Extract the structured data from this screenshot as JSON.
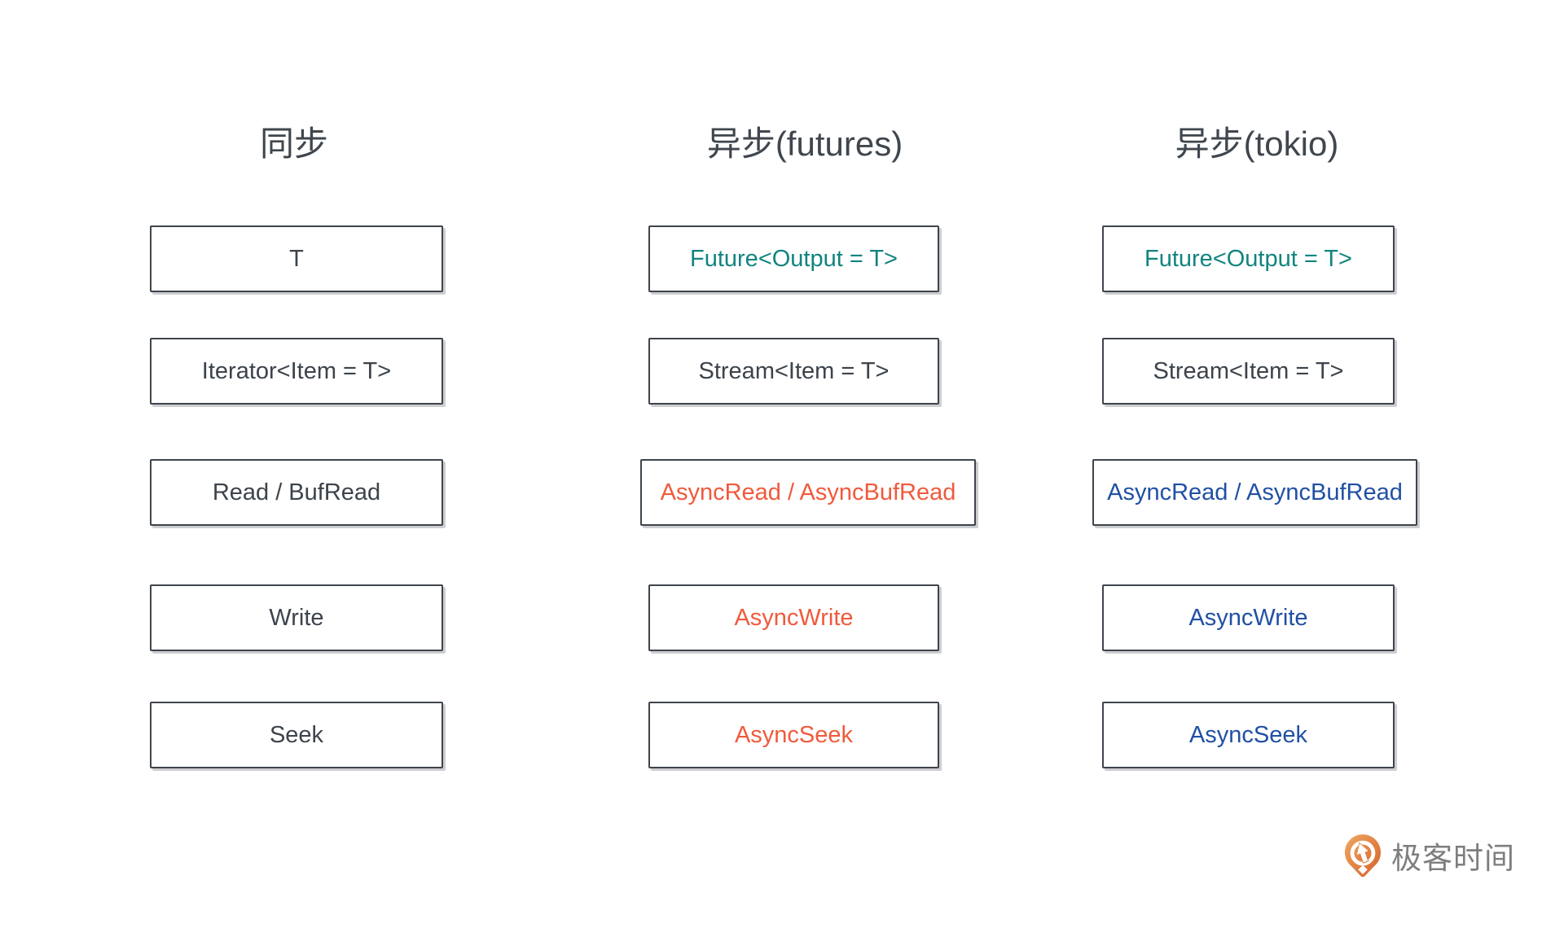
{
  "columns": [
    {
      "header": "同步",
      "boxes": [
        {
          "label": "T",
          "color": "dark"
        },
        {
          "label": "Iterator<Item = T>",
          "color": "dark"
        },
        {
          "label": "Read / BufRead",
          "color": "dark"
        },
        {
          "label": "Write",
          "color": "dark"
        },
        {
          "label": "Seek",
          "color": "dark"
        }
      ]
    },
    {
      "header": "异步(futures)",
      "boxes": [
        {
          "label": "Future<Output = T>",
          "color": "teal"
        },
        {
          "label": "Stream<Item = T>",
          "color": "dark"
        },
        {
          "label": "AsyncRead / AsyncBufRead",
          "color": "orange"
        },
        {
          "label": "AsyncWrite",
          "color": "orange"
        },
        {
          "label": "AsyncSeek",
          "color": "orange"
        }
      ]
    },
    {
      "header": "异步(tokio)",
      "boxes": [
        {
          "label": "Future<Output = T>",
          "color": "teal"
        },
        {
          "label": "Stream<Item = T>",
          "color": "dark"
        },
        {
          "label": "AsyncRead / AsyncBufRead",
          "color": "blue"
        },
        {
          "label": "AsyncWrite",
          "color": "blue"
        },
        {
          "label": "AsyncSeek",
          "color": "blue"
        }
      ]
    }
  ],
  "colors": {
    "dark": "#3c434b",
    "teal": "#12847f",
    "orange": "#f05a3c",
    "blue": "#2050a4",
    "box_border": "#3e444c",
    "header_text": "#3f464e",
    "logo_orange": "#e07a3c",
    "logo_text_gray": "#7e7e7e"
  },
  "logo": {
    "text": "极客时间",
    "icon": "geektime-pin-icon"
  }
}
